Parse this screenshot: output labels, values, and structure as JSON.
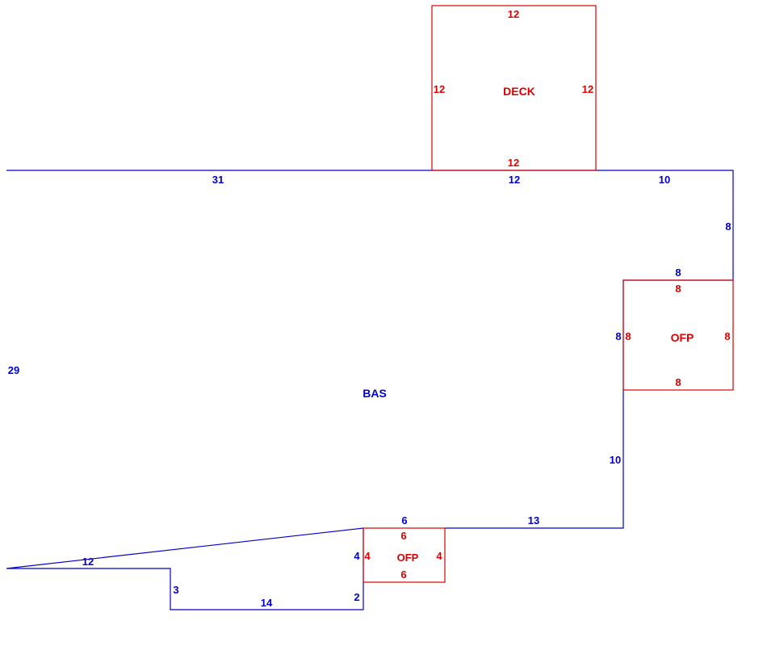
{
  "colors": {
    "main": "#0000cc",
    "addon": "#dd0000",
    "background": "#ffffff"
  },
  "areas": {
    "bas": {
      "label": "BAS",
      "edges": {
        "top_left": "31",
        "top_mid": "12",
        "top_right": "10",
        "right_upper": "8",
        "step_top": "8",
        "step_side": "8",
        "right_lower": "10",
        "bottom_right": "13",
        "ofp_top": "6",
        "ofp_side": "4",
        "notch_side": "2",
        "bottom_mid": "14",
        "notch_left": "3",
        "bottom_left": "12",
        "left": "29"
      }
    },
    "deck": {
      "label": "DECK",
      "edges": {
        "top": "12",
        "left": "12",
        "right": "12",
        "bottom": "12"
      }
    },
    "ofp_right": {
      "label": "OFP",
      "edges": {
        "top": "8",
        "left": "8",
        "right": "8",
        "bottom": "8"
      }
    },
    "ofp_bottom": {
      "label": "OFP",
      "edges": {
        "top": "6",
        "left": "4",
        "right": "4",
        "bottom": "6"
      }
    }
  }
}
